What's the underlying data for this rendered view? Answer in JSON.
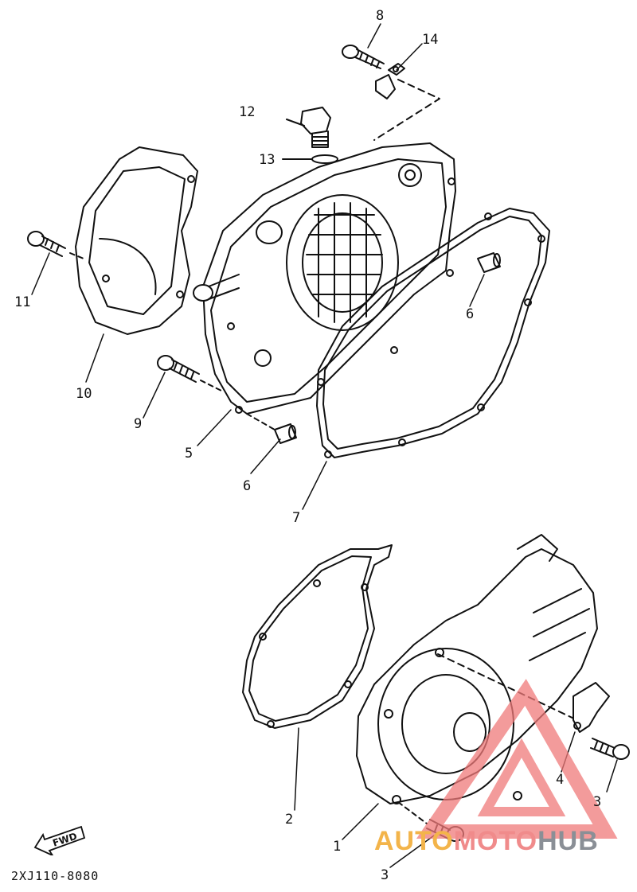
{
  "callouts": {
    "c1": "1",
    "c2": "2",
    "c3a": "3",
    "c3b": "3",
    "c4": "4",
    "c5": "5",
    "c6a": "6",
    "c6b": "6",
    "c7": "7",
    "c8": "8",
    "c9": "9",
    "c10": "10",
    "c11": "11",
    "c12": "12",
    "c13": "13",
    "c14": "14"
  },
  "fwd_label": "FWD",
  "part_code": "2XJ110-8080",
  "watermark": {
    "auto": "AUTO",
    "moto": "MOTO",
    "hub": "HUB"
  },
  "colors": {
    "line": "#111111",
    "watermark_red": "#f07a7a",
    "watermark_orange": "#f3b44a",
    "watermark_gray": "#8a8f96"
  }
}
